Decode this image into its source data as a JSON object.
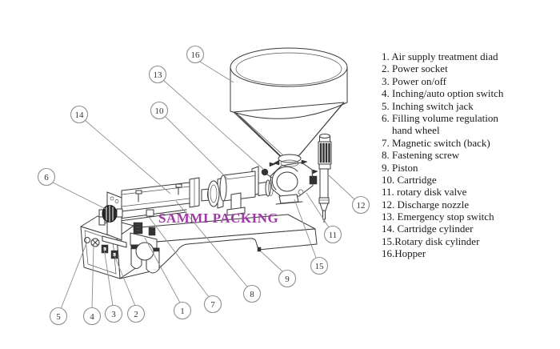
{
  "diagram": {
    "watermark": "SAMMI PACKING",
    "colors": {
      "watermark": "#A238A8",
      "drawing_line": "#3a3a3a",
      "callout_line": "#8f8f8f",
      "text": "#1a1a1a",
      "background": "#ffffff"
    },
    "callout_numbers": {
      "c1": "1",
      "c2": "2",
      "c3": "3",
      "c4": "4",
      "c5": "5",
      "c6": "6",
      "c7": "7",
      "c8": "8",
      "c9": "9",
      "c10": "10",
      "c11": "11",
      "c12": "12",
      "c13": "13",
      "c14": "14",
      "c15": "15",
      "c16": "16"
    }
  },
  "parts_list": {
    "lines": [
      "1. Air supply treatment diad",
      "2. Power socket",
      "3. Power on/off",
      "4. Inching/auto option switch",
      "5. Inching switch jack",
      "6. Filling volume regulation",
      "hand wheel",
      "7. Magnetic switch (back)",
      "8. Fastening screw",
      "9. Piston",
      "10. Cartridge",
      "11. rotary disk valve",
      "12. Discharge nozzle",
      "13. Emergency stop switch",
      "14. Cartridge cylinder",
      "15.Rotary disk cylinder",
      "16.Hopper"
    ]
  }
}
